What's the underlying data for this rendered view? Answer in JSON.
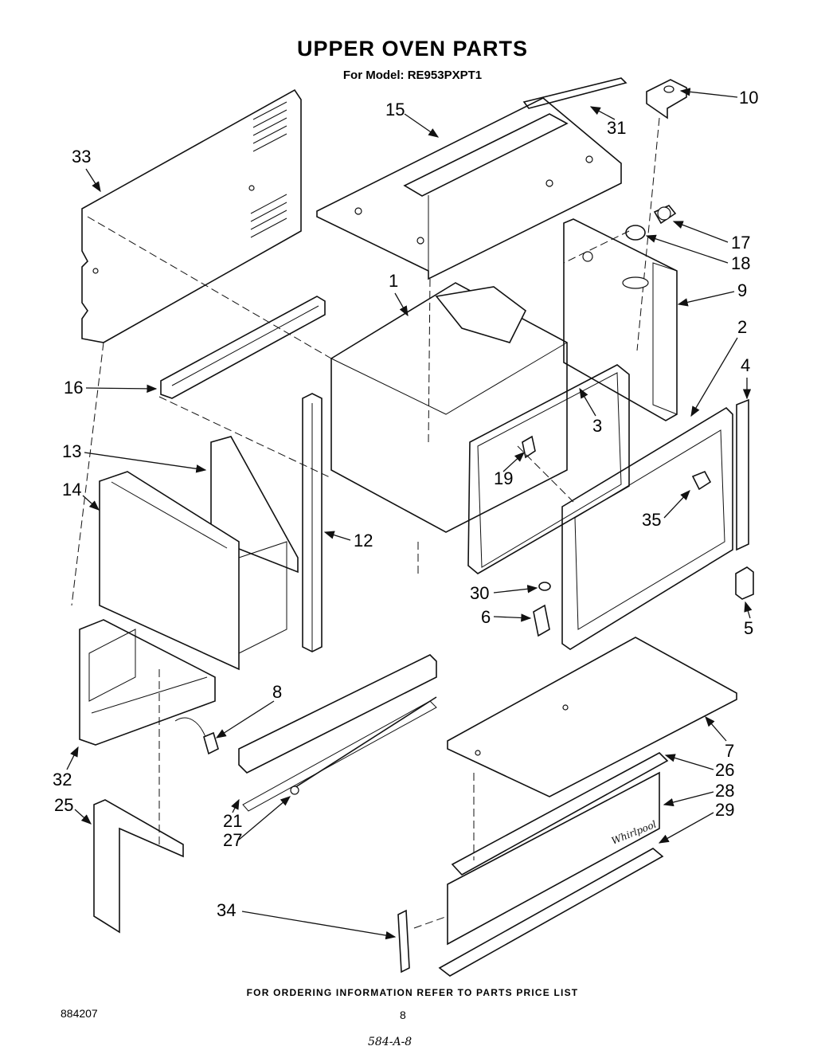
{
  "title": "UPPER OVEN PARTS",
  "subtitle": "For Model: RE953PXPT1",
  "footer_note": "FOR ORDERING INFORMATION REFER TO PARTS PRICE LIST",
  "document_number": "884207",
  "page_number": "8",
  "handwritten_note": "584-A-8",
  "callouts": {
    "c1": "1",
    "c2": "2",
    "c3": "3",
    "c4": "4",
    "c5": "5",
    "c6": "6",
    "c7": "7",
    "c8": "8",
    "c9": "9",
    "c10": "10",
    "c12": "12",
    "c13": "13",
    "c14": "14",
    "c15": "15",
    "c16": "16",
    "c17": "17",
    "c18": "18",
    "c19": "19",
    "c21": "21",
    "c25": "25",
    "c26": "26",
    "c27": "27",
    "c28": "28",
    "c29": "29",
    "c30": "30",
    "c31": "31",
    "c32": "32",
    "c33": "33",
    "c34": "34",
    "c35": "35"
  },
  "brand_script": "Whirlpool"
}
